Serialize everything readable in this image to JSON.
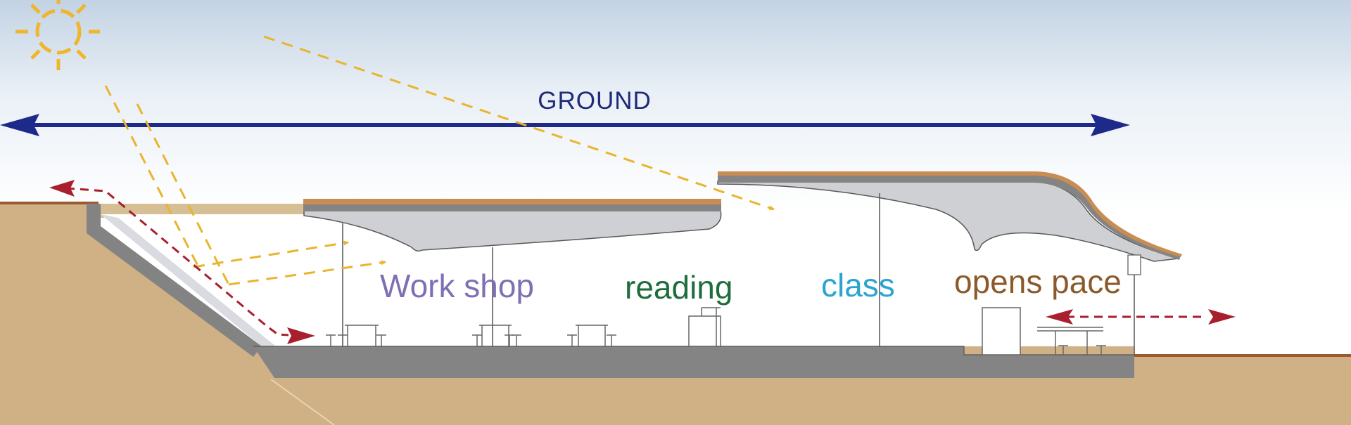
{
  "labels": {
    "ground": "GROUND",
    "workshop": "Work shop",
    "reading": "reading",
    "class": "class",
    "open_space": "opens pace"
  },
  "colors": {
    "ground_label": "#1e2a7a",
    "ground_arrow": "#1e2a8a",
    "workshop": "#7f6fb3",
    "reading": "#1d6e3c",
    "class": "#2aa5d0",
    "open_space": "#8a5a2a",
    "sun": "#f0b52a",
    "sunlight": "#eab42c",
    "airflow": "#a81f2e",
    "earth": "#cfb185",
    "concrete": "#848484",
    "roof_underside": "#cfd0d4",
    "roof_deck": "#c98c52"
  },
  "icons": {
    "sun": "sun-icon",
    "furniture": "table-stool-icon"
  }
}
